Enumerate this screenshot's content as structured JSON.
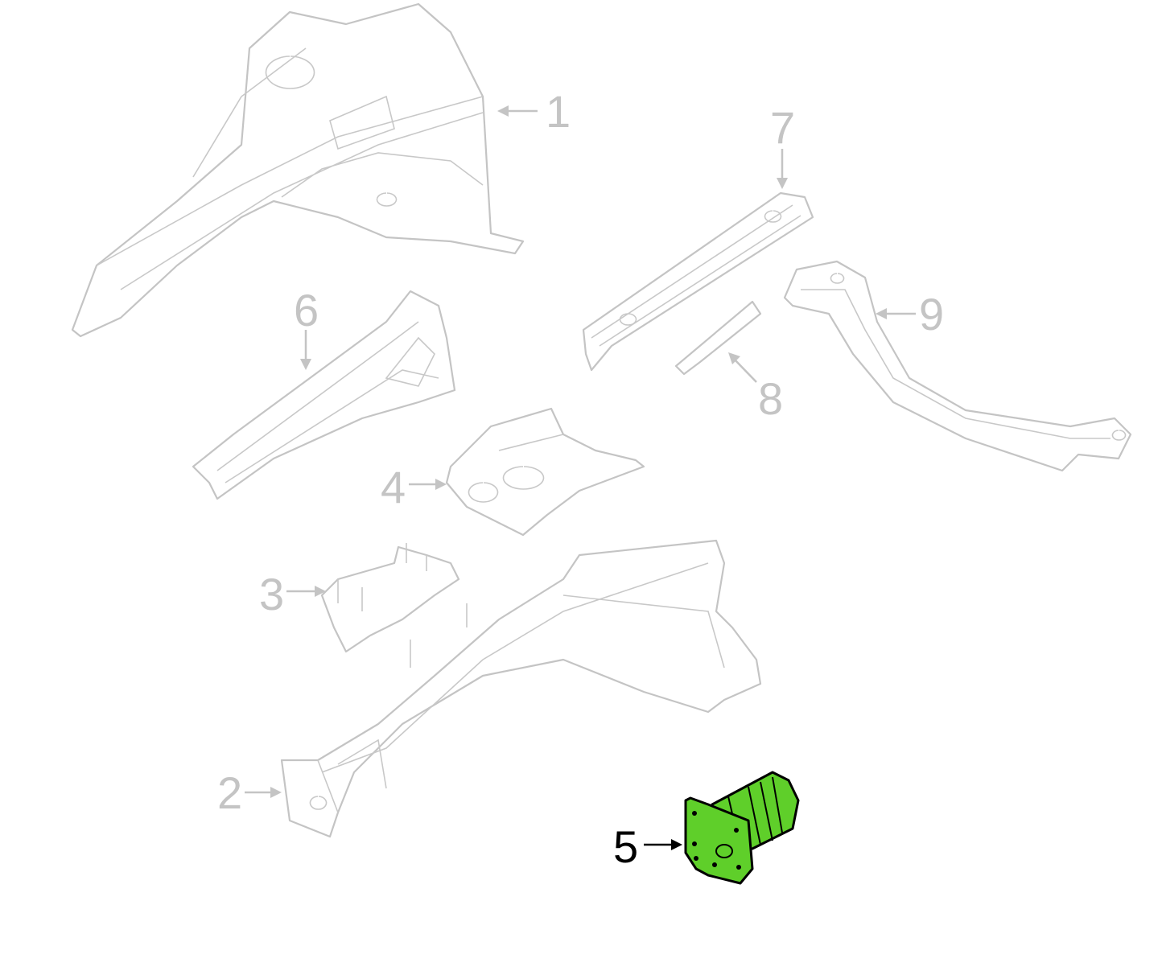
{
  "diagram": {
    "highlight_color": "#5fcf2a",
    "parts": [
      {
        "number": "1",
        "highlighted": false
      },
      {
        "number": "2",
        "highlighted": false
      },
      {
        "number": "3",
        "highlighted": false
      },
      {
        "number": "4",
        "highlighted": false
      },
      {
        "number": "5",
        "highlighted": true
      },
      {
        "number": "6",
        "highlighted": false
      },
      {
        "number": "7",
        "highlighted": false
      },
      {
        "number": "8",
        "highlighted": false
      },
      {
        "number": "9",
        "highlighted": false
      }
    ]
  }
}
